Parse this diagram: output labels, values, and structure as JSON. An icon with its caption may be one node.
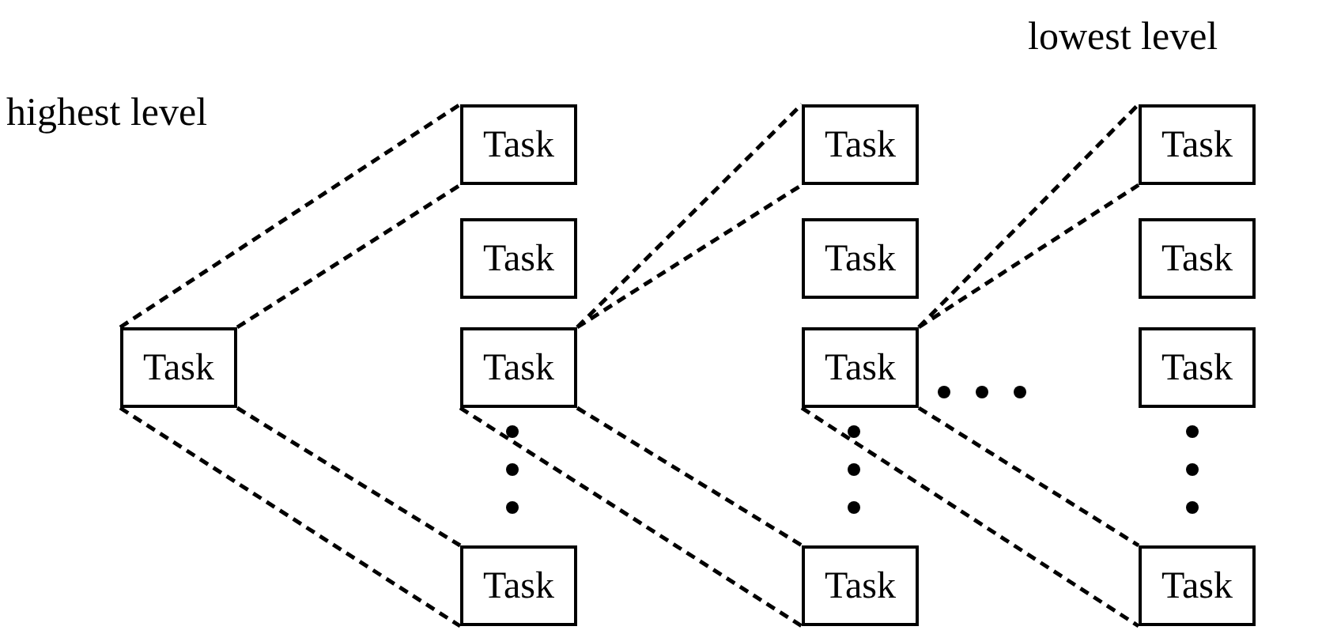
{
  "diagram": {
    "nodes": [
      {
        "text": [
          "Task"
        ]
      },
      {
        "text": [
          "Task"
        ]
      },
      {
        "text": [
          "Task"
        ]
      },
      {
        "text": [
          "Task"
        ]
      },
      {
        "text": [
          "Task"
        ]
      },
      {
        "text": [
          "Task"
        ]
      },
      {
        "text": [
          "Task"
        ]
      },
      {
        "text": [
          "Task"
        ]
      },
      {
        "text": [
          "Task"
        ]
      },
      {
        "text": [
          "Task"
        ]
      },
      {
        "text": [
          "Task"
        ]
      },
      {
        "text": [
          "Task"
        ]
      },
      {
        "text": [
          "Task"
        ]
      }
    ],
    "edges": [
      {
        "from": 0,
        "to": 1,
        "arrow": "none",
        "style": "dashed"
      },
      {
        "from": 0,
        "to": 4,
        "arrow": "none",
        "style": "dashed"
      },
      {
        "from": 3,
        "to": 5,
        "arrow": "none",
        "style": "dashed"
      },
      {
        "from": 3,
        "to": 8,
        "arrow": "none",
        "style": "dashed"
      },
      {
        "from": 7,
        "to": 9,
        "arrow": "none",
        "style": "dashed"
      },
      {
        "from": 7,
        "to": 12,
        "arrow": "none",
        "style": "dashed"
      }
    ],
    "labels": [
      "highest level",
      "lowest level"
    ]
  }
}
